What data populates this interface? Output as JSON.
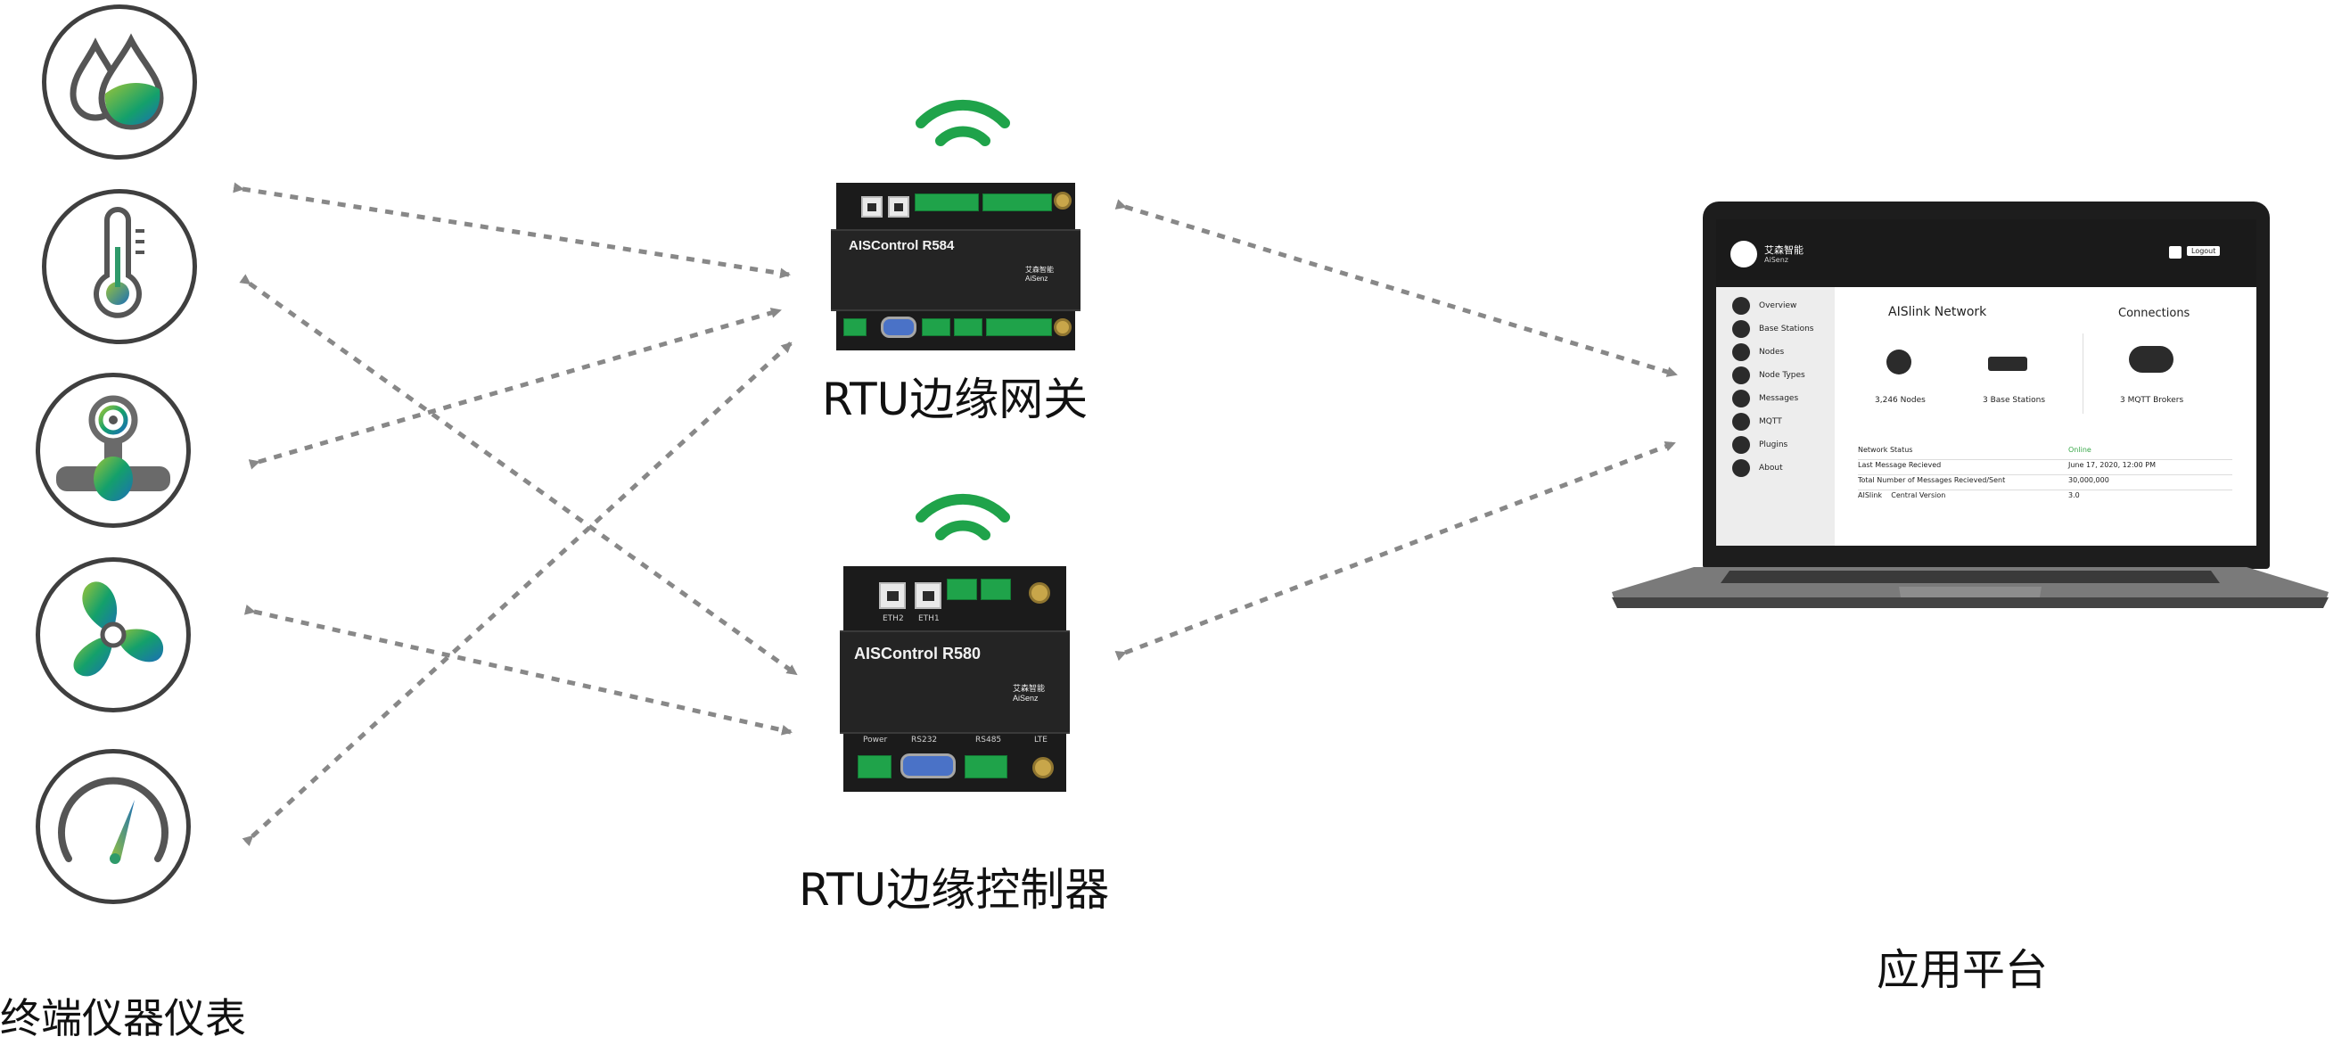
{
  "captions": {
    "terminals": "终端仪器仪表",
    "gateway": "RTU边缘网关",
    "controller": "RTU边缘控制器",
    "platform": "应用平台"
  },
  "devices": {
    "gateway_model": "AISControl R584",
    "controller_model": "AISControl R580",
    "brand_cn": "艾森智能",
    "brand_en": "AiSenz",
    "controller_ports": {
      "eth2": "ETH2",
      "eth1": "ETH1",
      "power": "Power",
      "rs232": "RS232",
      "rs485": "RS485",
      "lte": "LTE"
    }
  },
  "terminal_icons": [
    "water-drop-icon",
    "thermometer-icon",
    "pipe-meter-icon",
    "fan-icon",
    "gauge-icon"
  ],
  "platform_screen": {
    "header": {
      "brand_cn": "艾森智能",
      "brand_en": "AiSenz",
      "logout": "Logout"
    },
    "sidebar": [
      "Overview",
      "Base Stations",
      "Nodes",
      "Node Types",
      "Messages",
      "MQTT",
      "Plugins",
      "About"
    ],
    "network_title": "AISlink Network",
    "connections_title": "Connections",
    "stats": {
      "nodes": "3,246 Nodes",
      "base_stations": "3 Base Stations",
      "brokers": "3 MQTT Brokers"
    },
    "table": [
      {
        "label": "Network Status",
        "value": "Online"
      },
      {
        "label": "Last Message Recieved",
        "value": "June 17, 2020, 12:00 PM"
      },
      {
        "label": "Total Number of Messages Recieved/Sent",
        "value": "30,000,000"
      },
      {
        "label": "AISlink    Central Version",
        "value": "3.0"
      }
    ]
  },
  "colors": {
    "accent_green": "#1fa34a",
    "arrow_gray": "#888888",
    "online_green": "#3aa84a"
  }
}
